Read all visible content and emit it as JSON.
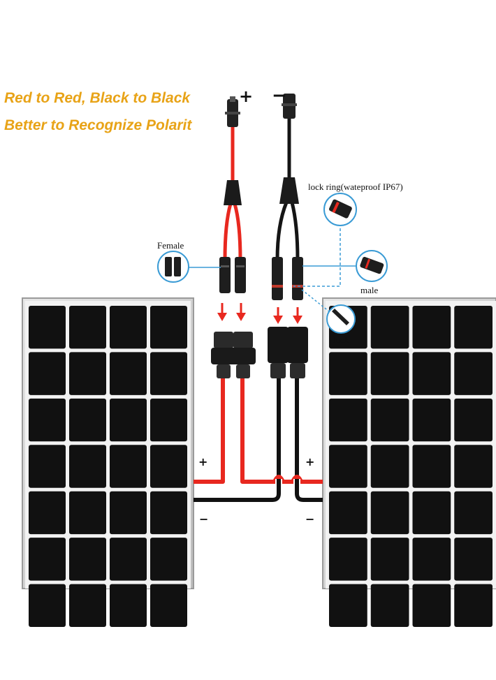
{
  "headline": {
    "line1": "Red to Red, Black to Black",
    "line2": "Better to Recognize Polarit"
  },
  "polarity": {
    "positive": "+",
    "negative": "−",
    "panel_positive": "+",
    "panel_negative": "−"
  },
  "callouts": {
    "female": "Female",
    "lock_ring": "lock ring(wateproof IP67)",
    "male": "male",
    "lock": "lock"
  },
  "colors": {
    "headline": "#e8a317",
    "positive_wire": "#e8281f",
    "negative_wire": "#111111",
    "panel_frame": "#cfcfcf",
    "panel_cell": "#111111",
    "callout_line": "#3a9bd5"
  },
  "panels": {
    "left_grid": {
      "columns": 4,
      "rows": 7
    },
    "right_grid": {
      "columns": 4,
      "rows": 7
    }
  }
}
